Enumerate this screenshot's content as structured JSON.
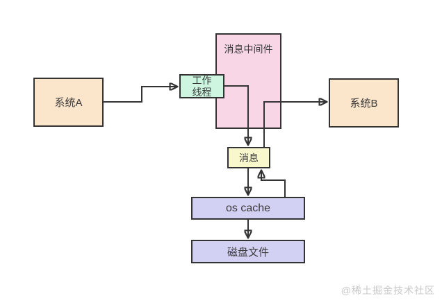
{
  "diagram": {
    "type": "flow-diagram",
    "nodes": {
      "system_a": {
        "label": "系统A"
      },
      "middleware": {
        "label": "消息中间件"
      },
      "worker_thread": {
        "label": "工作线程"
      },
      "system_b": {
        "label": "系统B"
      },
      "message": {
        "label": "消息"
      },
      "os_cache": {
        "label": "os cache"
      },
      "disk_file": {
        "label": "磁盘文件"
      }
    },
    "edges": [
      {
        "from": "system_a",
        "to": "worker_thread"
      },
      {
        "from": "worker_thread",
        "to": "message"
      },
      {
        "from": "message",
        "to": "system_b"
      },
      {
        "from": "message",
        "to": "os_cache"
      },
      {
        "from": "os_cache",
        "to": "message"
      },
      {
        "from": "os_cache",
        "to": "disk_file"
      }
    ],
    "colors": {
      "system_box_fill": "#fbe5cb",
      "middleware_fill": "#f9d6e6",
      "worker_thread_fill": "#cdf5e0",
      "message_fill": "#f9f8cd",
      "cache_and_disk_fill": "#d2d1f3",
      "stroke": "#333333",
      "background": "#ffffff",
      "watermark_text": "#c9c9c9"
    },
    "watermark": "@稀土掘金技术社区"
  }
}
